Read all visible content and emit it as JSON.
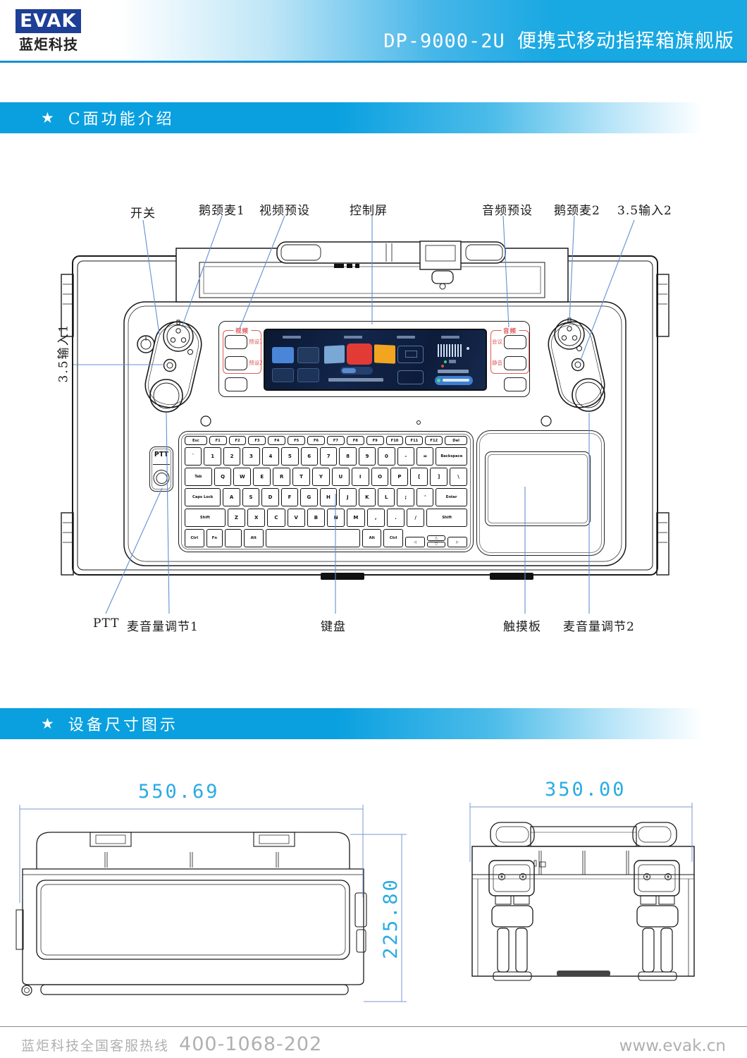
{
  "header": {
    "logo_text": "EVAK",
    "logo_subtitle": "蓝炬科技",
    "title": "DP-9000-2U 便携式移动指挥箱旗舰版"
  },
  "sections": {
    "c_face_star": "★",
    "c_face_title": "C面功能介绍",
    "dim_star": "★",
    "dim_title": "设备尺寸图示"
  },
  "callouts": {
    "top": [
      "开关",
      "鹅颈麦1",
      "视频预设",
      "控制屏",
      "音频预设",
      "鹅颈麦2",
      "3.5输入2"
    ],
    "left_vertical": "3.5输入1",
    "bottom": [
      "PTT",
      "麦音量调节1",
      "键盘",
      "触摸板",
      "麦音量调节2"
    ]
  },
  "control_panel": {
    "video_group_title": "视频",
    "video_preset1": "预设1",
    "video_preset2": "预设2",
    "audio_group_title": "音频",
    "audio_conference": "会议",
    "audio_mute": "静音"
  },
  "ptt_label": "PTT",
  "keyboard": {
    "function_row": [
      "Esc",
      "F1",
      "F2",
      "F3",
      "F4",
      "F5",
      "F6",
      "F7",
      "F8",
      "F9",
      "F10",
      "F11",
      "F12",
      "Del"
    ],
    "number_row": [
      "`",
      "1",
      "2",
      "3",
      "4",
      "5",
      "6",
      "7",
      "8",
      "9",
      "0",
      "-",
      "=",
      "Backspace"
    ],
    "tab_row": [
      "Tab",
      "Q",
      "W",
      "E",
      "R",
      "T",
      "Y",
      "U",
      "I",
      "O",
      "P",
      "[",
      "]",
      "\\"
    ],
    "caps_row": [
      "Caps Lock",
      "A",
      "S",
      "D",
      "F",
      "G",
      "H",
      "J",
      "K",
      "L",
      ";",
      "'",
      "Enter"
    ],
    "shift_row": [
      "Shift",
      "Z",
      "X",
      "C",
      "V",
      "B",
      "N",
      "M",
      ",",
      ".",
      "/",
      "Shift"
    ],
    "bottom_row": [
      "Ctrl",
      "Fn",
      "",
      "Alt",
      "Space",
      "Alt",
      "Ctrl"
    ],
    "arrows": [
      "◁",
      "△",
      "▽",
      "▷"
    ]
  },
  "dimension_views": {
    "front_width": "550.69",
    "front_height": "225.80",
    "side_width": "350.00"
  },
  "footer": {
    "hotline_label": "蓝炬科技全国客服热线",
    "hotline_number": "400-1068-202",
    "website": "www.evak.cn"
  },
  "colors": {
    "header_blue": "#18a8e2",
    "section_bar_blue": "#0aa0e0",
    "dimension_cyan": "#2aabe2",
    "leader_line_blue": "#6190d4",
    "logo_navy": "#1e3f96",
    "group_label_red": "#e05a5a"
  }
}
